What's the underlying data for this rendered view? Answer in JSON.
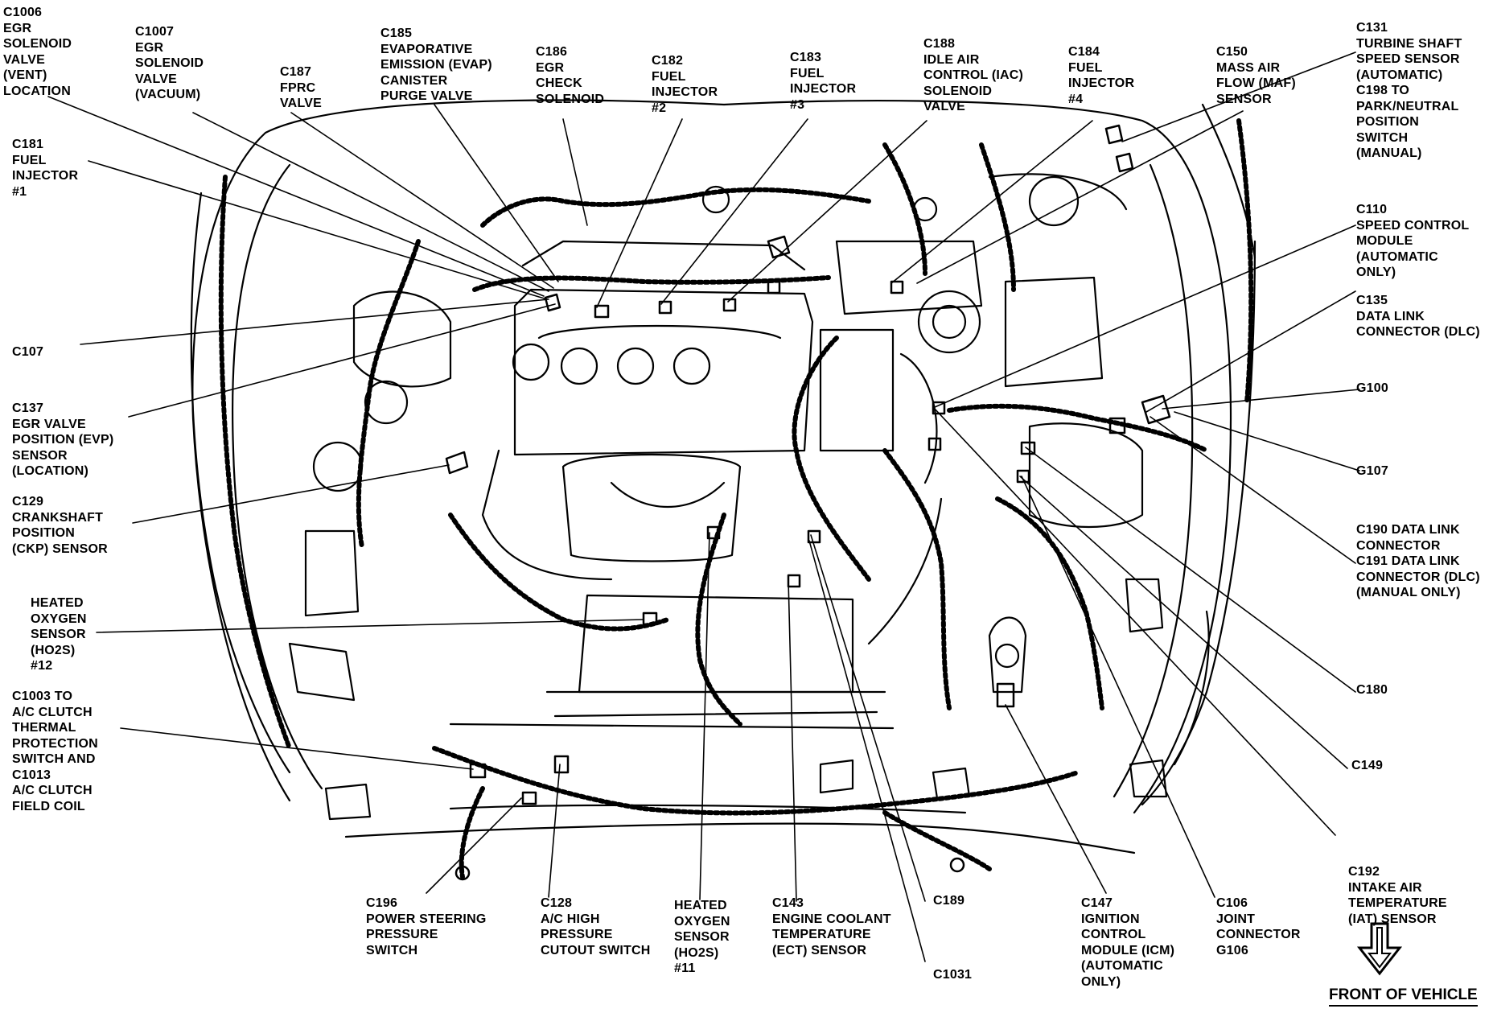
{
  "labels": [
    {
      "id": "c1006",
      "text": "C1006\nEGR\nSOLENOID\nVALVE\n(VENT)\nLOCATION"
    },
    {
      "id": "c1007",
      "text": "C1007\nEGR\nSOLENOID\nVALVE\n(VACUUM)"
    },
    {
      "id": "c187",
      "text": "C187\nFPRC\nVALVE"
    },
    {
      "id": "c185",
      "text": "C185\nEVAPORATIVE\nEMISSION (EVAP)\nCANISTER\nPURGE VALVE"
    },
    {
      "id": "c186",
      "text": "C186\nEGR\nCHECK\nSOLENOID"
    },
    {
      "id": "c182",
      "text": "C182\nFUEL\nINJECTOR\n#2"
    },
    {
      "id": "c183",
      "text": "C183\nFUEL\nINJECTOR\n#3"
    },
    {
      "id": "c188",
      "text": "C188\nIDLE AIR\nCONTROL (IAC)\nSOLENOID\nVALVE"
    },
    {
      "id": "c184",
      "text": "C184\nFUEL\nINJECTOR\n#4"
    },
    {
      "id": "c150",
      "text": "C150\nMASS AIR\nFLOW (MAF)\nSENSOR"
    },
    {
      "id": "c131",
      "text": "C131\nTURBINE SHAFT\nSPEED SENSOR\n(AUTOMATIC)\nC198 TO\nPARK/NEUTRAL\nPOSITION\nSWITCH\n(MANUAL)"
    },
    {
      "id": "c181",
      "text": "C181\nFUEL\nINJECTOR\n#1"
    },
    {
      "id": "c110",
      "text": "C110\nSPEED CONTROL\nMODULE\n(AUTOMATIC\nONLY)"
    },
    {
      "id": "c135",
      "text": "C135\nDATA LINK\nCONNECTOR (DLC)"
    },
    {
      "id": "c107",
      "text": "C107"
    },
    {
      "id": "g100",
      "text": "G100"
    },
    {
      "id": "c137",
      "text": "C137\nEGR VALVE\nPOSITION (EVP)\nSENSOR\n(LOCATION)"
    },
    {
      "id": "g107",
      "text": "G107"
    },
    {
      "id": "c129",
      "text": "C129\nCRANKSHAFT\nPOSITION\n(CKP) SENSOR"
    },
    {
      "id": "c190",
      "text": "C190 DATA LINK\nCONNECTOR\nC191 DATA LINK\nCONNECTOR (DLC)\n(MANUAL ONLY)"
    },
    {
      "id": "ho2s12",
      "text": "HEATED\nOXYGEN\nSENSOR\n(HO2S)\n#12"
    },
    {
      "id": "c180",
      "text": "C180"
    },
    {
      "id": "c1003",
      "text": "C1003 TO\nA/C CLUTCH\nTHERMAL\nPROTECTION\nSWITCH AND\nC1013\nA/C CLUTCH\nFIELD COIL"
    },
    {
      "id": "c149",
      "text": "C149"
    },
    {
      "id": "c192",
      "text": "C192\nINTAKE AIR\nTEMPERATURE\n(IAT) SENSOR"
    },
    {
      "id": "c196",
      "text": "C196\nPOWER STEERING\nPRESSURE\nSWITCH"
    },
    {
      "id": "c128",
      "text": "C128\nA/C HIGH\nPRESSURE\nCUTOUT SWITCH"
    },
    {
      "id": "ho2s11",
      "text": "HEATED\nOXYGEN\nSENSOR\n(HO2S)\n#11"
    },
    {
      "id": "c143",
      "text": "C143\nENGINE COOLANT\nTEMPERATURE\n(ECT) SENSOR"
    },
    {
      "id": "c189",
      "text": "C189"
    },
    {
      "id": "c147",
      "text": "C147\nIGNITION\nCONTROL\nMODULE (ICM)\n(AUTOMATIC\nONLY)"
    },
    {
      "id": "c106",
      "text": "C106\nJOINT\nCONNECTOR\nG106"
    },
    {
      "id": "c1031",
      "text": "C1031"
    }
  ],
  "front": {
    "caption": "FRONT OF VEHICLE"
  },
  "style": {
    "line": "#000000",
    "background": "#ffffff"
  }
}
